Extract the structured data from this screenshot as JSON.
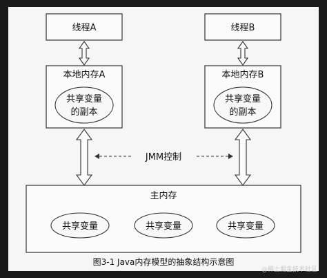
{
  "thread_a": "线程A",
  "thread_b": "线程B",
  "local_mem_a": "本地内存A",
  "local_mem_b": "本地内存B",
  "copy_a_line1": "共享变量",
  "copy_a_line2": "的副本",
  "copy_b_line1": "共享变量",
  "copy_b_line2": "的副本",
  "jmm_control": "JMM控制",
  "main_memory": "主内存",
  "shared_vars": [
    "共享变量",
    "共享变量",
    "共享变量"
  ],
  "caption": "图3-1   Java内存模型的抽象结构示意图",
  "watermark": "@稀土掘金技术社区",
  "colors": {
    "background": "#1a1a1a",
    "paper": "#f6f6f6",
    "stroke": "#333333"
  }
}
